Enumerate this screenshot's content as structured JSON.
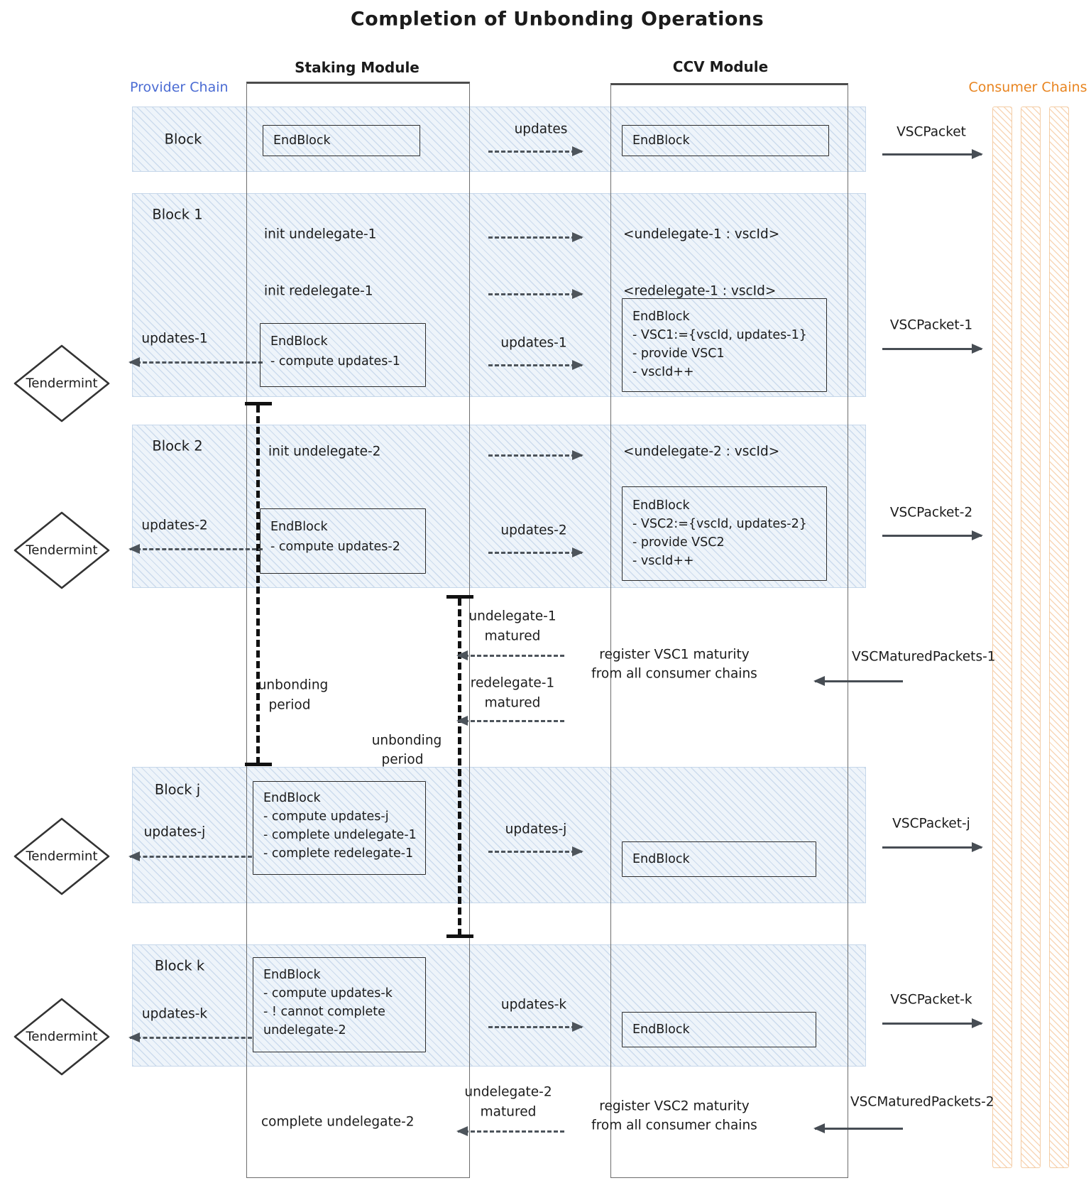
{
  "title": "Completion of Unbonding Operations",
  "headers": {
    "staking": "Staking Module",
    "ccv": "CCV Module"
  },
  "lanes": {
    "provider": "Provider Chain",
    "consumer": "Consumer Chains"
  },
  "colors": {
    "provider_blue": "#4a6bd3",
    "consumer_orange": "#e8841f",
    "arrow_gray": "#4d545b",
    "band_blue": "#dbe7f3"
  },
  "tendermint": "Tendermint",
  "block0": {
    "label": "Block",
    "staking_endblock": "EndBlock",
    "updates": "updates",
    "ccv_endblock": "EndBlock",
    "packet": "VSCPacket"
  },
  "block1": {
    "label": "Block 1",
    "init_undelegate": "init undelegate-1",
    "init_redelegate": "init redelegate-1",
    "msg_undelegate": "<undelegate-1 : vscId>",
    "msg_redelegate": "<redelegate-1 : vscId>",
    "updates_left": "updates-1",
    "updates_mid": "updates-1",
    "staking_endblock": [
      "EndBlock",
      "- compute updates-1"
    ],
    "ccv_endblock": [
      "EndBlock",
      "- VSC1:={vscId, updates-1}",
      "- provide VSC1",
      "- vscId++"
    ],
    "packet": "VSCPacket-1"
  },
  "block2": {
    "label": "Block 2",
    "init_undelegate": "init undelegate-2",
    "msg_undelegate": "<undelegate-2 : vscId>",
    "updates_left": "updates-2",
    "updates_mid": "updates-2",
    "staking_endblock": [
      "EndBlock",
      "- compute updates-2"
    ],
    "ccv_endblock": [
      "EndBlock",
      "- VSC2:={vscId, updates-2}",
      "- provide VSC2",
      "- vscId++"
    ],
    "packet": "VSCPacket-2"
  },
  "maturity1": {
    "unbonding_period_1": [
      "unbonding",
      "period"
    ],
    "unbonding_period_2": [
      "unbonding",
      "period"
    ],
    "undelegate_matured": [
      "undelegate-1",
      "matured"
    ],
    "redelegate_matured": [
      "redelegate-1",
      "matured"
    ],
    "register": [
      "register VSC1 maturity",
      "from all consumer chains"
    ],
    "packet": "VSCMaturedPackets-1"
  },
  "blockj": {
    "label": "Block j",
    "updates_left": "updates-j",
    "updates_mid": "updates-j",
    "staking_endblock": [
      "EndBlock",
      "- compute updates-j",
      "- complete undelegate-1",
      "- complete redelegate-1"
    ],
    "ccv_endblock": "EndBlock",
    "packet": "VSCPacket-j"
  },
  "blockk": {
    "label": "Block k",
    "updates_left": "updates-k",
    "updates_mid": "updates-k",
    "staking_endblock": [
      "EndBlock",
      "- compute updates-k",
      "- ! cannot complete",
      "undelegate-2"
    ],
    "ccv_endblock": "EndBlock",
    "packet": "VSCPacket-k"
  },
  "completion2": {
    "complete": "complete undelegate-2",
    "matured": [
      "undelegate-2",
      "matured"
    ],
    "register": [
      "register VSC2 maturity",
      "from all consumer chains"
    ],
    "packet": "VSCMaturedPackets-2"
  }
}
